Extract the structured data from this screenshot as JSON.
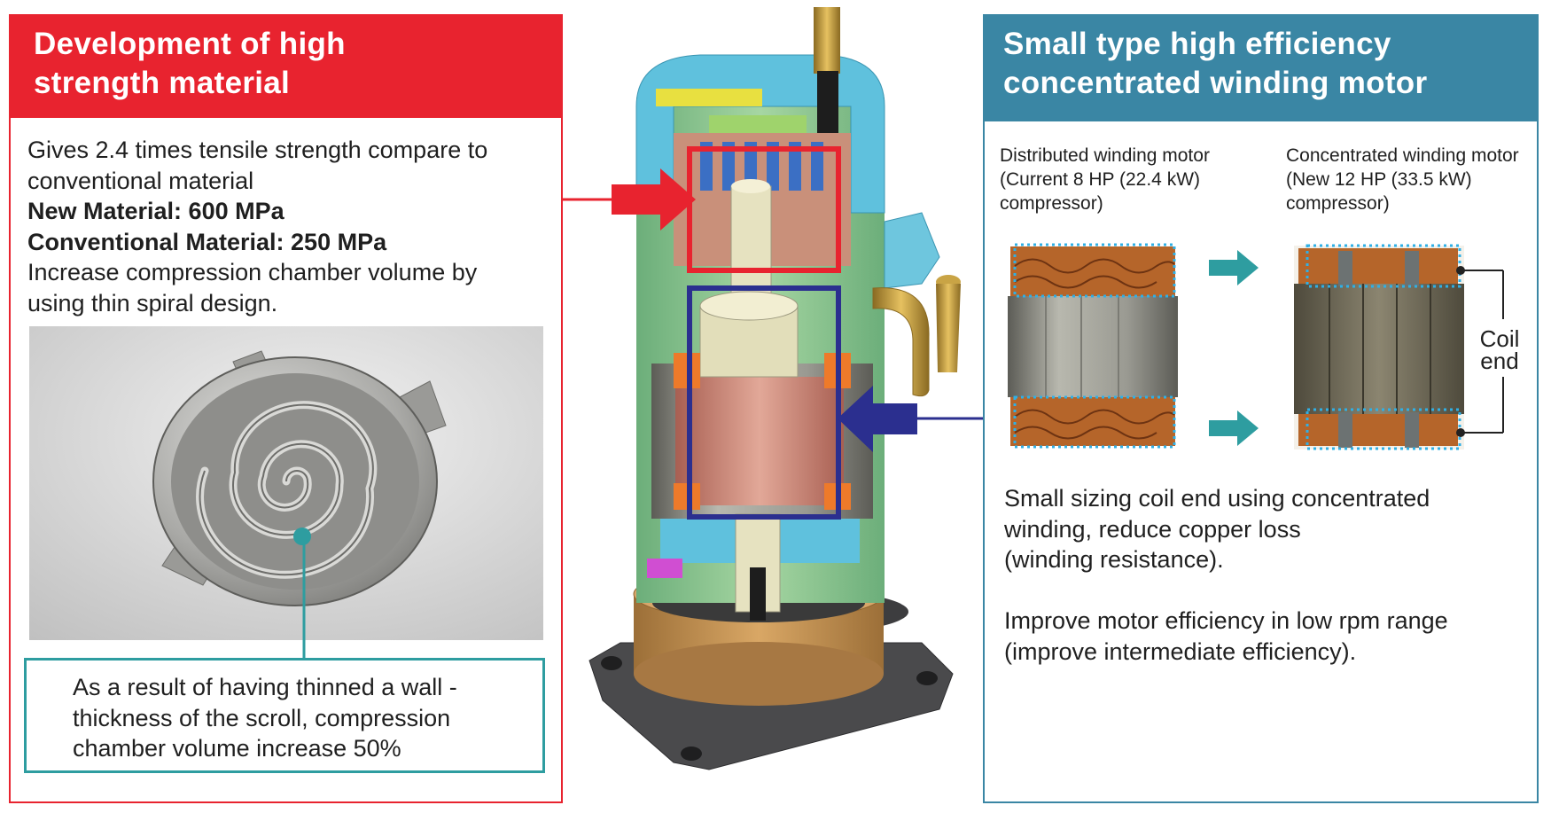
{
  "left": {
    "title_line1": "Development of high",
    "title_line2": "strength material",
    "desc_line1": "Gives 2.4 times tensile strength compare to",
    "desc_line2": "conventional material",
    "desc_bold1": "New Material: 600 MPa",
    "desc_bold2": "Conventional Material: 250 MPa",
    "desc_line5": "Increase compression chamber volume by",
    "desc_line6": "using thin spiral design.",
    "callout_line1": "As a result of having thinned a wall -",
    "callout_line2": "thickness of the scroll, compression",
    "callout_line3": "chamber volume increase 50%"
  },
  "right": {
    "title_line1": "Small type high efficiency",
    "title_line2": "concentrated winding motor",
    "dist_line1": "Distributed winding motor",
    "dist_line2": "(Current 8 HP (22.4 kW)",
    "dist_line3": "compressor)",
    "conc_line1": "Concentrated winding motor",
    "conc_line2": "(New 12 HP (33.5 kW)",
    "conc_line3": "compressor)",
    "coil_line1": "Coil",
    "coil_line2": "end",
    "desc1_line1": "Small sizing coil end using concentrated",
    "desc1_line2": "winding, reduce copper loss",
    "desc1_line3": "(winding resistance).",
    "desc2_line1": "Improve motor efficiency in low rpm range",
    "desc2_line2": "(improve intermediate efficiency)."
  },
  "colors": {
    "red_accent": "#e8232f",
    "blue_accent": "#3a86a4",
    "teal_callout": "#2e9da0",
    "navy_highlight": "#2b2f8f"
  }
}
